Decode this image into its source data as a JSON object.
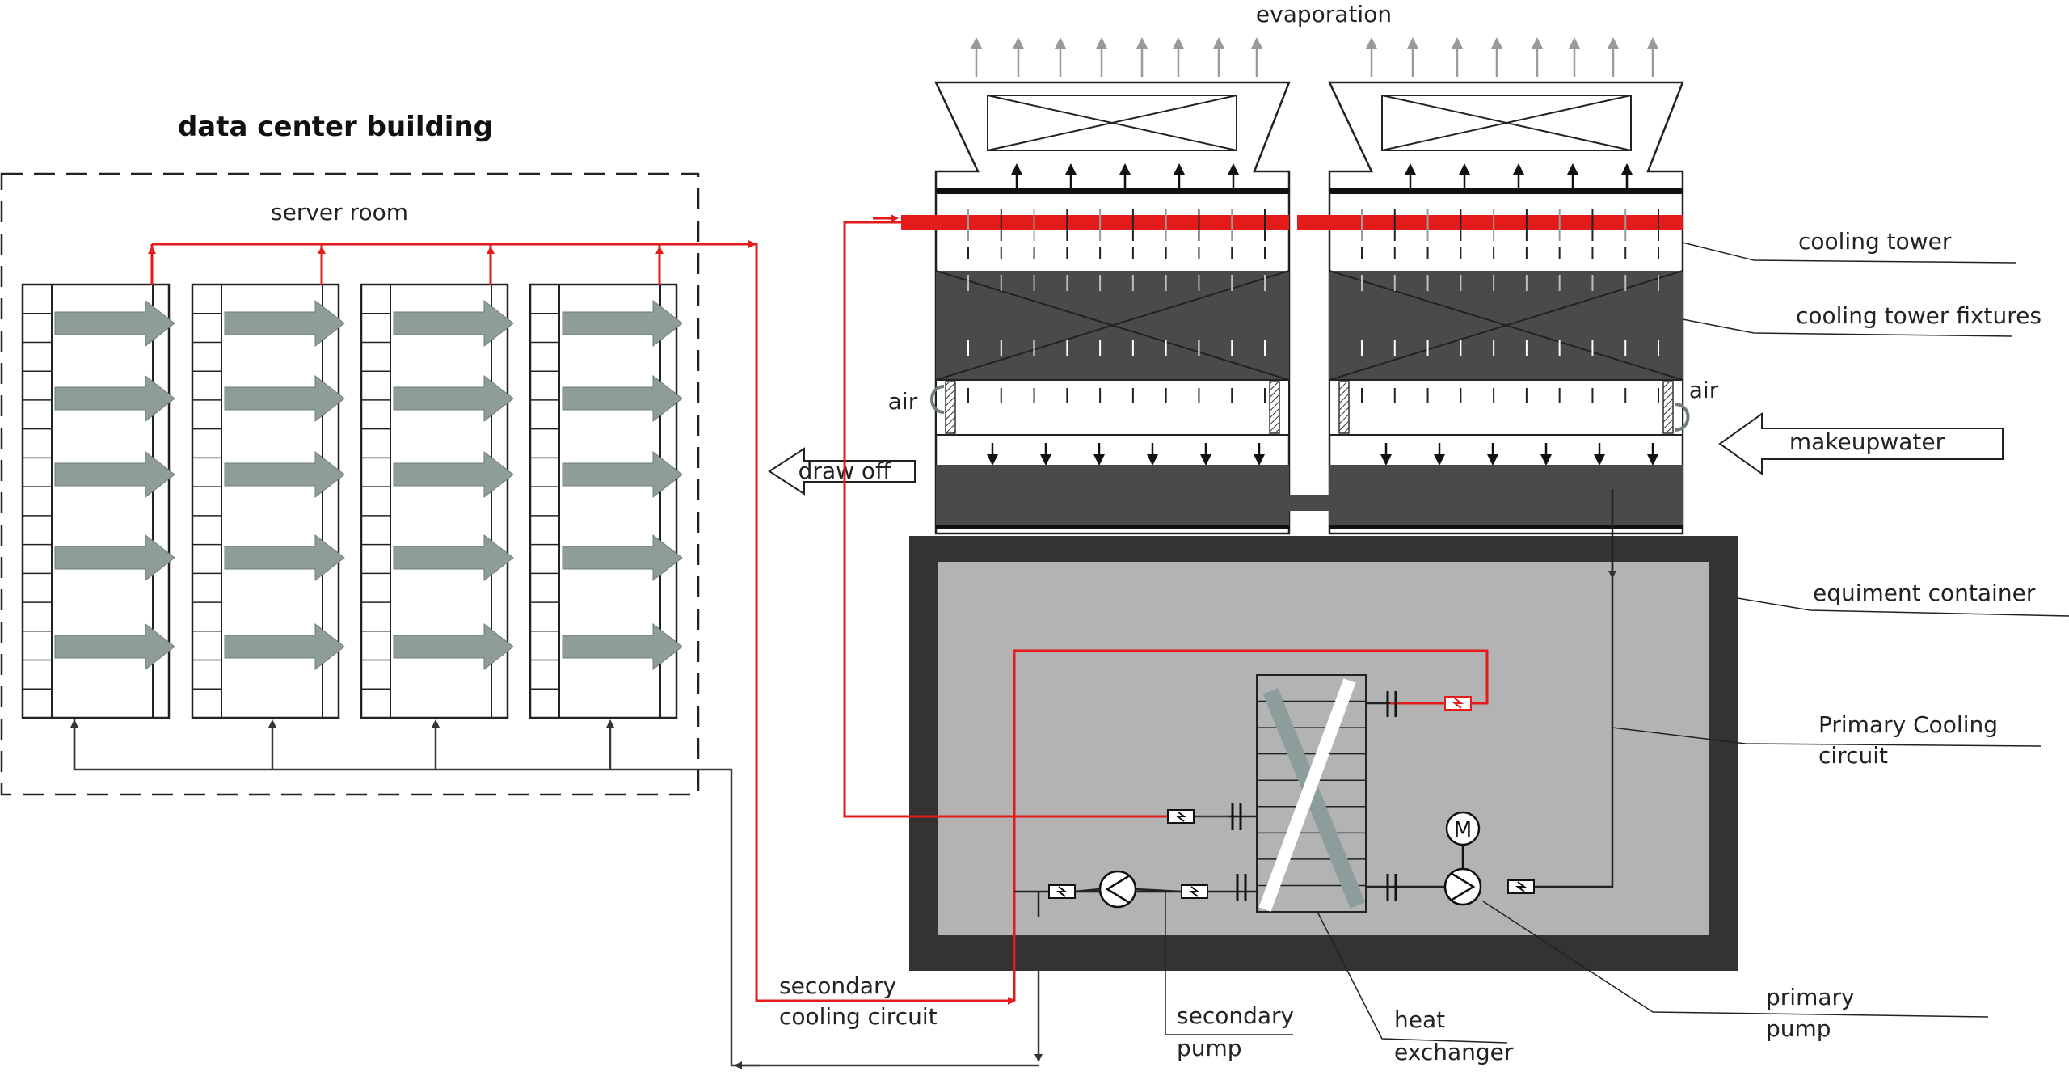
{
  "title": "data center building",
  "labels": {
    "server_room": "server room",
    "evaporation": "evaporation",
    "cooling_tower": "cooling tower",
    "cooling_tower_fixtures": "cooling tower fixtures",
    "air_left": "air",
    "air_right": "air",
    "draw_off": "draw off",
    "makeup_water": "makeupwater",
    "equipment_container": "equiment container",
    "primary_cooling_1": "Primary Cooling",
    "primary_cooling_2": "circuit",
    "secondary_circuit_1": "secondary",
    "secondary_circuit_2": "cooling circuit",
    "secondary_pump_1": "secondary",
    "secondary_pump_2": "pump",
    "heat_exchanger_1": "heat",
    "heat_exchanger_2": "exchanger",
    "primary_pump_1": "primary",
    "primary_pump_2": "pump",
    "motor": "M"
  },
  "colors": {
    "hot_line": "#e31b1b",
    "cold_line": "#3a3a3a",
    "tower_fill": "#4a4a4a",
    "container_outer": "#333333",
    "container_inner": "#b3b3b3",
    "airflow_arrow": "#8e9c9a"
  },
  "icons": [
    "fan-icon",
    "pump-icon",
    "valve-icon",
    "motor-icon",
    "heat-exchanger-icon"
  ]
}
